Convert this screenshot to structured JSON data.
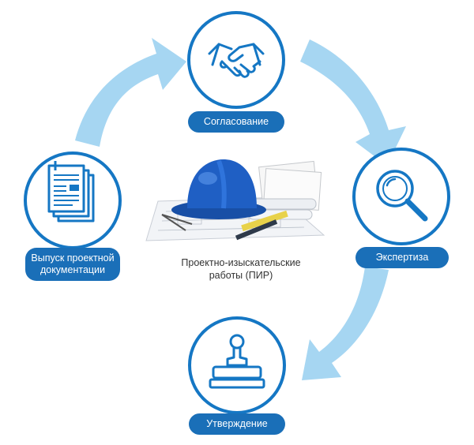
{
  "steps": {
    "agreement": {
      "label": "Согласование",
      "icon": "handshake-icon"
    },
    "expertise": {
      "label": "Экспертиза",
      "icon": "magnifier-icon"
    },
    "approval": {
      "label": "Утверждение",
      "icon": "stamp-icon"
    },
    "issue": {
      "label_line1": "Выпуск проектной",
      "label_line2": "документации",
      "icon": "documents-icon"
    }
  },
  "center": {
    "caption_line1": "Проектно-изыскательские",
    "caption_line2": "работы (ПИР)",
    "image": "helmet-blueprints-illustration"
  },
  "colors": {
    "accent": "#1577c4",
    "pill": "#1a6fb8",
    "arrow": "#a6d6f2",
    "helmet": "#1f5fc4"
  }
}
